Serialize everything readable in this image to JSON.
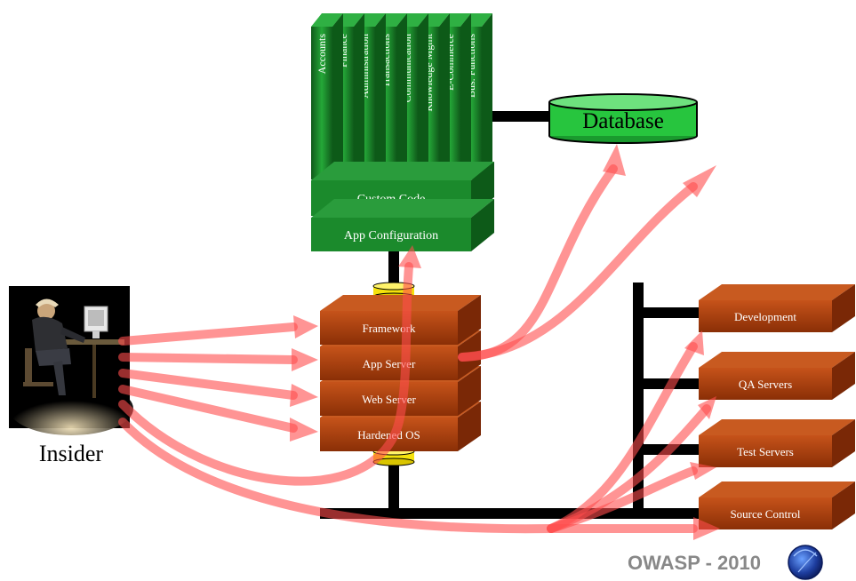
{
  "app_modules": [
    "Accounts",
    "Finance",
    "Administration",
    "Transactions",
    "Communication",
    "Knowledge Mgmt",
    "E-Commerce",
    "Bus. Functions"
  ],
  "app_layers": {
    "custom_code": "Custom Code",
    "app_configuration": "App Configuration"
  },
  "database": {
    "label": "Database"
  },
  "server_layers": [
    "Framework",
    "App Server",
    "Web Server",
    "Hardened OS"
  ],
  "network_servers": [
    "Development",
    "QA Servers",
    "Test Servers",
    "Source Control"
  ],
  "insider": {
    "label": "Insider"
  },
  "footer": {
    "text": "OWASP - 2010"
  },
  "colors": {
    "app_green": "#1b8a2c",
    "app_green_dark": "#0d5a18",
    "server_brown": "#b5410c",
    "server_brown_dark": "#7a2806",
    "database_green": "#27c53e",
    "connector_yellow": "#f5e20c",
    "attack_arrow": "#ff5a5a",
    "connector_black": "#000000"
  }
}
